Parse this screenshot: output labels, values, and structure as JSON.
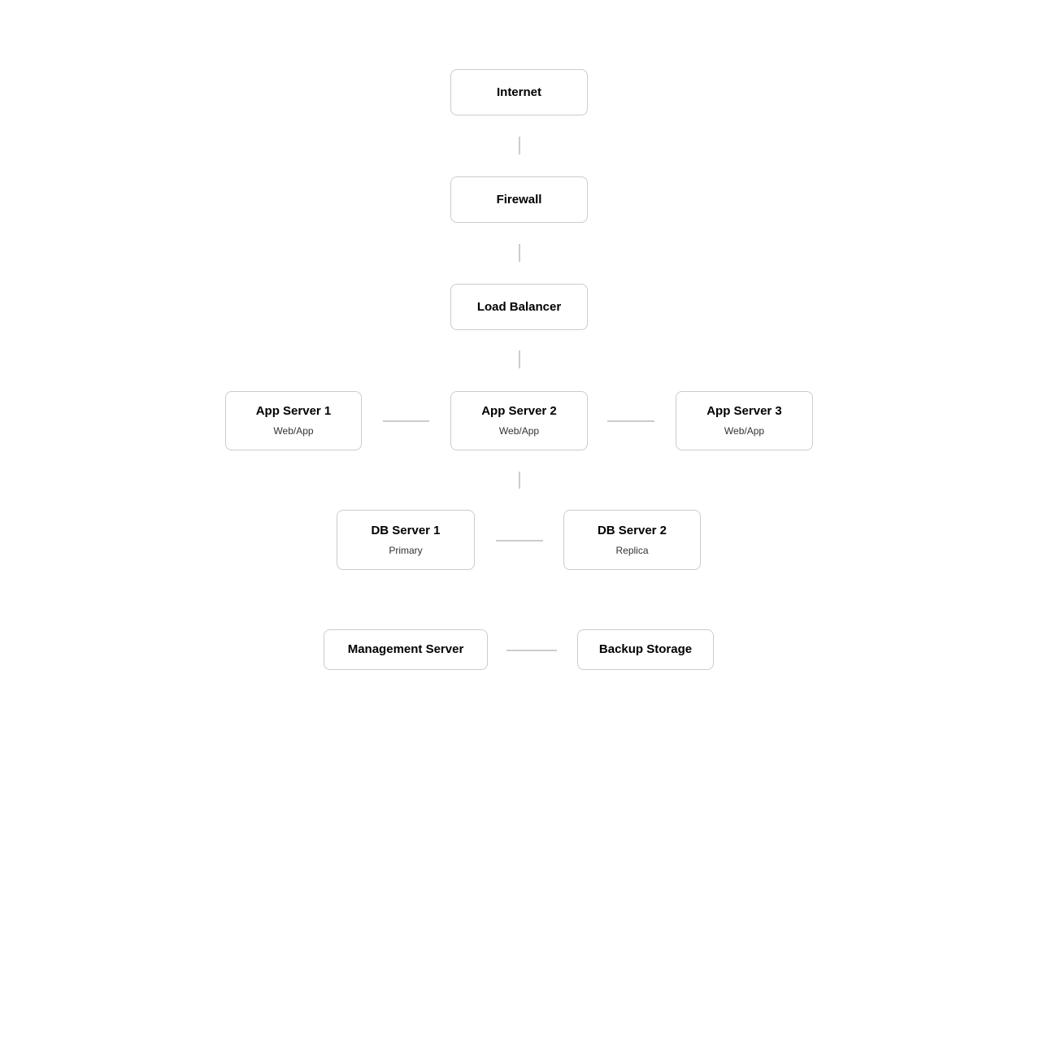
{
  "diagram": {
    "colors": {
      "background": "#ffffff",
      "node_background": "#ffffff",
      "node_border": "#cccccc",
      "connector": "#cccccc",
      "title_text": "#000000",
      "subtitle_text": "#333333"
    },
    "nodes": [
      {
        "id": "internet",
        "title": "Internet",
        "subtitle": ""
      },
      {
        "id": "firewall",
        "title": "Firewall",
        "subtitle": ""
      },
      {
        "id": "load-balancer",
        "title": "Load Balancer",
        "subtitle": ""
      },
      {
        "id": "app-server-1",
        "title": "App Server 1",
        "subtitle": "Web/App"
      },
      {
        "id": "app-server-2",
        "title": "App Server 2",
        "subtitle": "Web/App"
      },
      {
        "id": "app-server-3",
        "title": "App Server 3",
        "subtitle": "Web/App"
      },
      {
        "id": "db-server-1",
        "title": "DB Server 1",
        "subtitle": "Primary"
      },
      {
        "id": "db-server-2",
        "title": "DB Server 2",
        "subtitle": "Replica"
      },
      {
        "id": "management-server",
        "title": "Management Server",
        "subtitle": ""
      },
      {
        "id": "backup-storage",
        "title": "Backup Storage",
        "subtitle": ""
      }
    ],
    "edges": [
      {
        "from": "internet",
        "to": "firewall"
      },
      {
        "from": "firewall",
        "to": "load-balancer"
      },
      {
        "from": "load-balancer",
        "to": "app-server-2"
      },
      {
        "from": "app-server-1",
        "to": "app-server-2"
      },
      {
        "from": "app-server-2",
        "to": "app-server-3"
      },
      {
        "from": "app-server-2",
        "to": "db-server-1"
      },
      {
        "from": "db-server-1",
        "to": "db-server-2"
      },
      {
        "from": "management-server",
        "to": "backup-storage"
      }
    ]
  }
}
